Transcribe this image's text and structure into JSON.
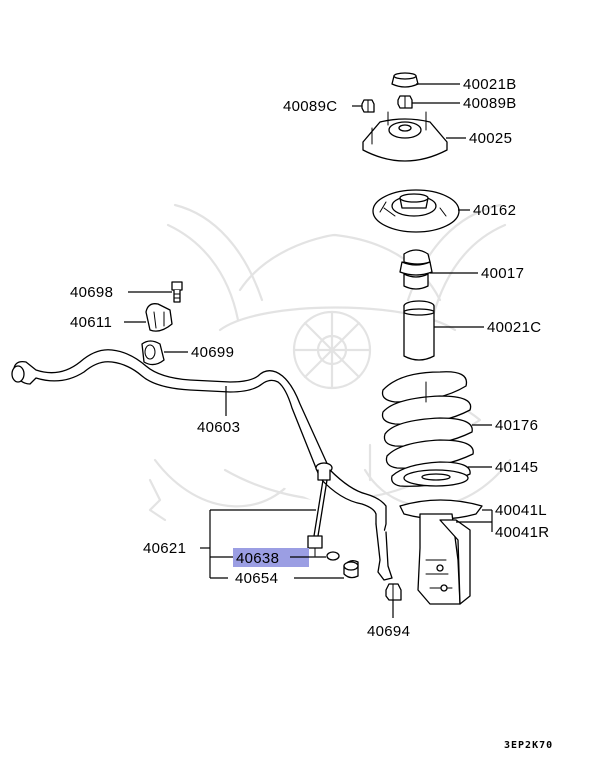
{
  "diagram": {
    "colors": {
      "highlight": "#9b9ee3",
      "watermark": "#e3e3e3",
      "line": "#000000"
    },
    "labels": {
      "p40021B": "40021B",
      "p40089C": "40089C",
      "p40089B": "40089B",
      "p40025": "40025",
      "p40162": "40162",
      "p40017": "40017",
      "p40021C": "40021C",
      "p40698": "40698",
      "p40611": "40611",
      "p40699": "40699",
      "p40603": "40603",
      "p40176": "40176",
      "p40145": "40145",
      "p40041L": "40041L",
      "p40041R": "40041R",
      "p40621": "40621",
      "p40638": "40638",
      "p40654": "40654",
      "p40694": "40694"
    },
    "highlighted_part": "40638",
    "diagram_code": "3EP2K70"
  }
}
